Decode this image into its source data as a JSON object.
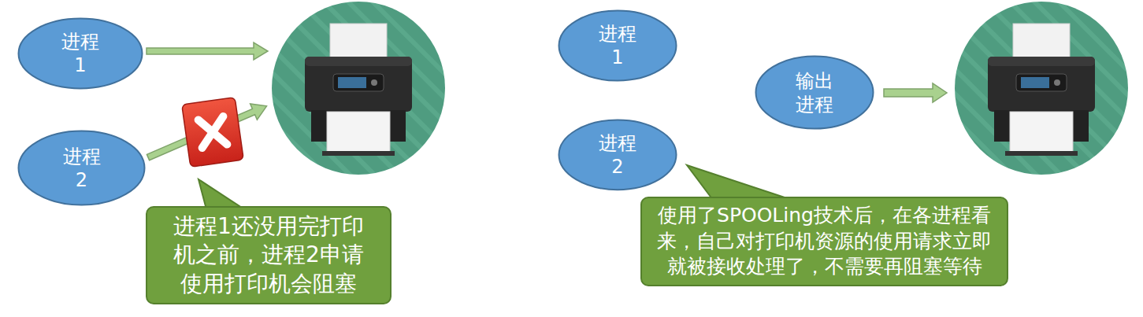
{
  "diagram": {
    "nodes": [
      {
        "text": [
          "进程1"
        ]
      },
      {
        "text": [
          "进程2"
        ]
      },
      {
        "text": [
          "进程1还没用完打印机之前，进程2申请使用打印机会阻塞"
        ]
      },
      {
        "text": [
          "进程1"
        ]
      },
      {
        "text": [
          "输出 进程"
        ]
      },
      {
        "text": [
          "进程2"
        ]
      },
      {
        "text": [
          "使用了SPOOLing技术后，在各进程看来，自己对打印机资源的使用请求立即就被接收处理了，不需要再阻塞等待"
        ]
      }
    ]
  }
}
